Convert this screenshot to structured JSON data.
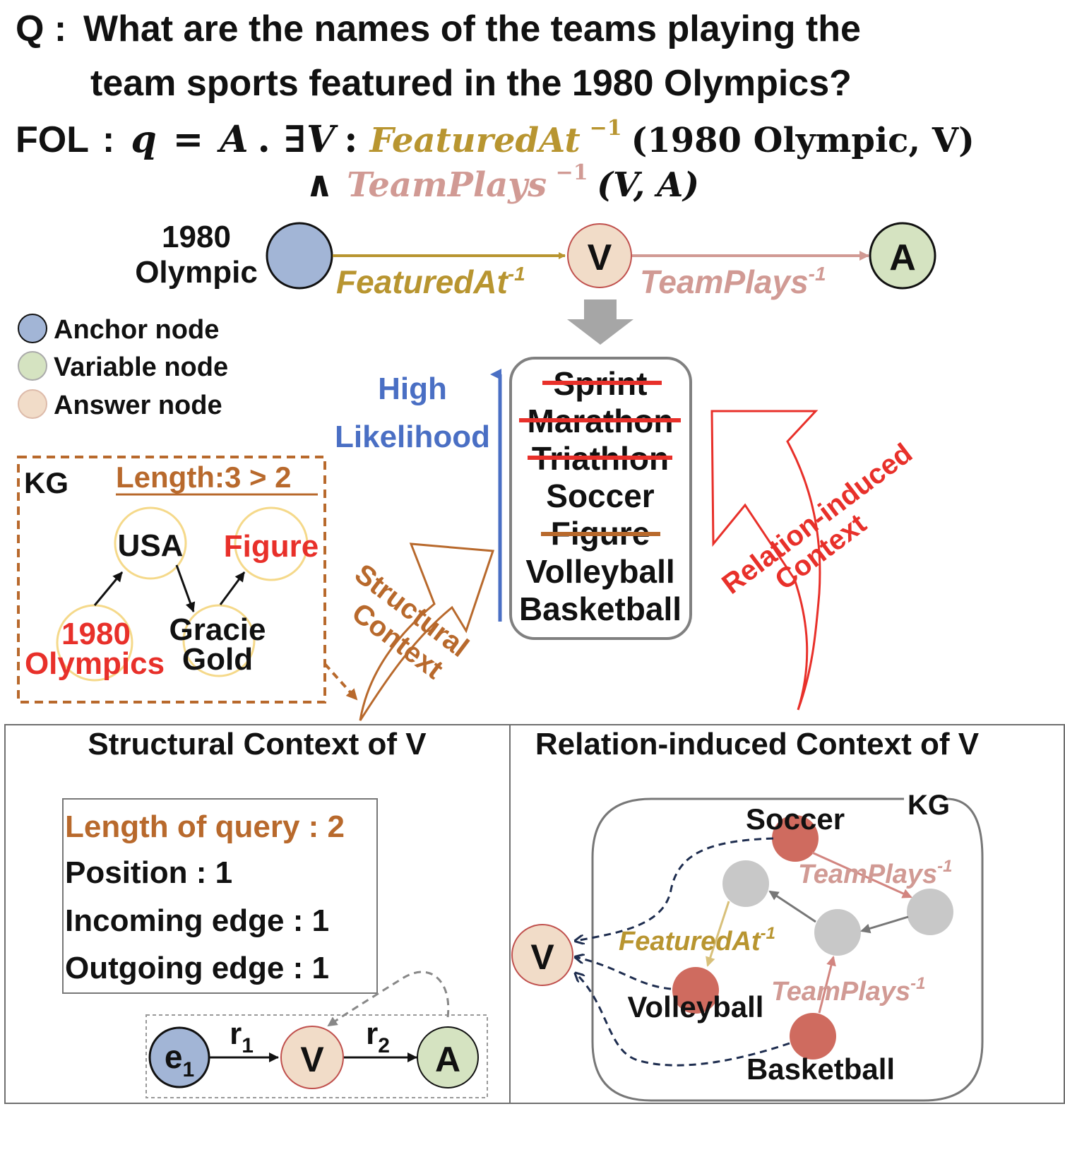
{
  "question": {
    "prefix": "Q :",
    "line1": "What are the names of the teams playing the",
    "line2": "team sports featured in the 1980 Olympics?"
  },
  "fol": {
    "label": "FOL",
    "colon": ":",
    "q": "q",
    "eq": "=",
    "A": "A",
    "dot": ".",
    "exists": "∃V",
    "colon2": ":",
    "rel1": "FeaturedAt",
    "inv": "−1",
    "args1": "(1980 Olympic, V)",
    "and": "∧",
    "rel2": "TeamPlays",
    "args2": "(V, A)"
  },
  "query_graph": {
    "anchor_label_line1": "1980",
    "anchor_label_line2": "Olympic",
    "v_label": "V",
    "a_label": "A",
    "edge1_label": "FeaturedAt",
    "edge1_sup": "-1",
    "edge2_label": "TeamPlays",
    "edge2_sup": "-1"
  },
  "legend": [
    {
      "label": "Anchor node",
      "color": "#a2b5d6"
    },
    {
      "label": "Variable node",
      "color": "#d5e3c1"
    },
    {
      "label": "Answer node",
      "color": "#f1dcc8"
    }
  ],
  "likelihood": {
    "line1": "High",
    "line2": "Likelihood"
  },
  "candidates": [
    {
      "label": "Sprint",
      "strike": "red"
    },
    {
      "label": "Marathon",
      "strike": "red"
    },
    {
      "label": "Triathlon",
      "strike": "red"
    },
    {
      "label": "Soccer",
      "strike": ""
    },
    {
      "label": "Figure",
      "strike": "orange"
    },
    {
      "label": "Volleyball",
      "strike": ""
    },
    {
      "label": "Basketball",
      "strike": ""
    }
  ],
  "structural_arrow": {
    "line1": "Structural",
    "line2": "Context"
  },
  "relation_arrow": {
    "line1": "Relation-induced",
    "line2": "Context"
  },
  "kg_box": {
    "title": "KG",
    "length_label": "Length:3 > 2",
    "nodes": {
      "usa": "USA",
      "figure": "Figure",
      "olympics_line1": "1980",
      "olympics_line2": "Olympics",
      "gracie_line1": "Gracie",
      "gracie_line2": "Gold"
    }
  },
  "structural_panel": {
    "title": "Structural Context of V",
    "length_of_query": "Length of query : 2",
    "position": "Position : 1",
    "incoming": "Incoming edge : 1",
    "outgoing": "Outgoing edge : 1",
    "chain": {
      "e1": "e",
      "e1_sub": "1",
      "r1": "r",
      "r1_sub": "1",
      "v": "V",
      "r2": "r",
      "r2_sub": "2",
      "a": "A"
    }
  },
  "relation_panel": {
    "title": "Relation-induced Context of V",
    "kg_label": "KG",
    "v_label": "V",
    "soccer": "Soccer",
    "volleyball": "Volleyball",
    "basketball": "Basketball",
    "edge_teamplays_top": "TeamPlays",
    "edge_featuredat": "FeaturedAt",
    "edge_teamplays_bottom": "TeamPlays",
    "sup": "-1"
  },
  "colors": {
    "gold": "#b89530",
    "rose": "#d19a94",
    "red": "#e8302a",
    "orange": "#b8692c",
    "blue": "#4a6fc4",
    "anchor": "#a2b5d6",
    "variable": "#d5e3c1",
    "answer": "#f1dcc8",
    "red_node": "#cf6b5f",
    "gray_node": "#c8c8c8",
    "navy": "#1e2d4f"
  }
}
